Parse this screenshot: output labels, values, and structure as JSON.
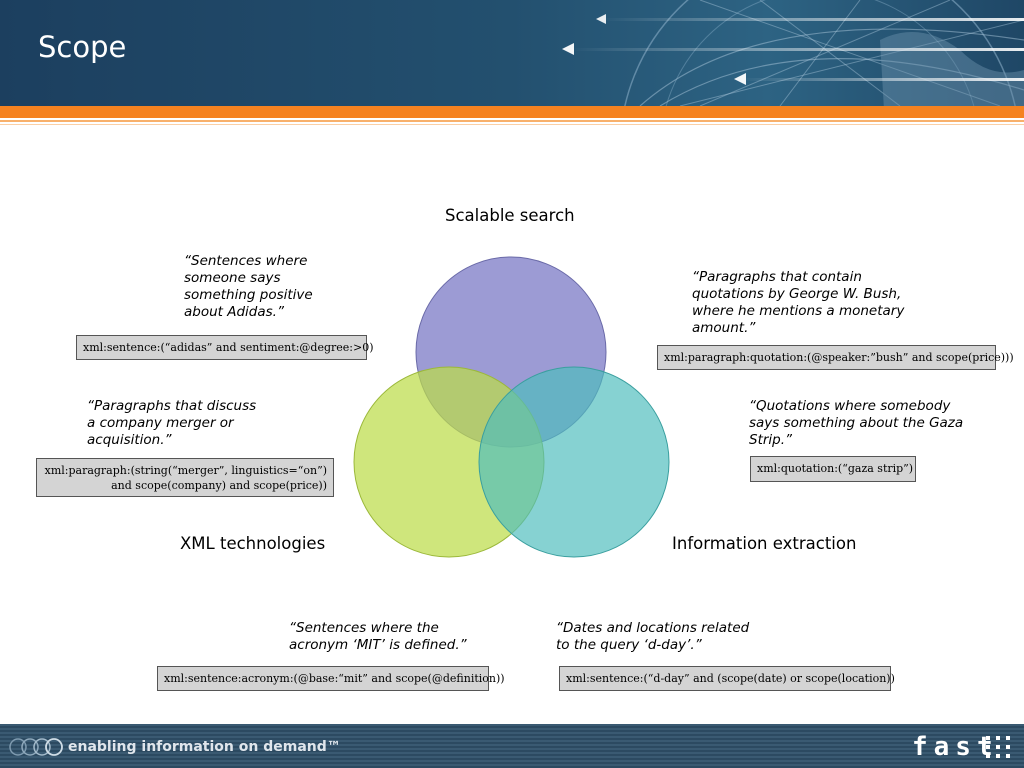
{
  "slide": {
    "title": "Scope"
  },
  "diagram": {
    "circles": [
      {
        "name": "Scalable search",
        "color": "#7b79c6"
      },
      {
        "name": "XML technologies",
        "color": "#bddc4a"
      },
      {
        "name": "Information extraction",
        "color": "#4dbdbd"
      }
    ],
    "examples": [
      {
        "quote_lines": [
          "“Sentences where",
          "someone says",
          "something positive",
          "about Adidas.”"
        ],
        "query_lines": [
          "xml:sentence:(“adidas” and sentiment:@degree:>0)"
        ]
      },
      {
        "quote_lines": [
          "“Paragraphs that contain",
          "quotations by George W.  Bush,",
          "where he mentions a monetary",
          "amount.”"
        ],
        "query_lines": [
          "xml:paragraph:quotation:(@speaker:”bush” and scope(price)))"
        ]
      },
      {
        "quote_lines": [
          "“Paragraphs that discuss",
          "a company merger or",
          "acquisition.”"
        ],
        "query_lines": [
          "xml:paragraph:(string(“merger”, linguistics=“on”)",
          "and scope(company) and scope(price))"
        ]
      },
      {
        "quote_lines": [
          "“Quotations where somebody",
          "says something about the Gaza",
          "Strip.”"
        ],
        "query_lines": [
          "xml:quotation:(“gaza strip”)"
        ]
      },
      {
        "quote_lines": [
          "“Sentences where the",
          "acronym ‘MIT’ is defined.”"
        ],
        "query_lines": [
          "xml:sentence:acronym:(@base:“mit” and scope(@definition))"
        ]
      },
      {
        "quote_lines": [
          "“Dates and locations related",
          "to the query ‘d-day’.”"
        ],
        "query_lines": [
          "xml:sentence:(“d-day” and (scope(date) or scope(location))"
        ]
      }
    ]
  },
  "footer": {
    "tagline": "enabling information on demand™",
    "logo": "fast"
  },
  "colors": {
    "header": "#23506f",
    "accent_orange": "#f58220",
    "box_fill": "#d4d4d4"
  }
}
